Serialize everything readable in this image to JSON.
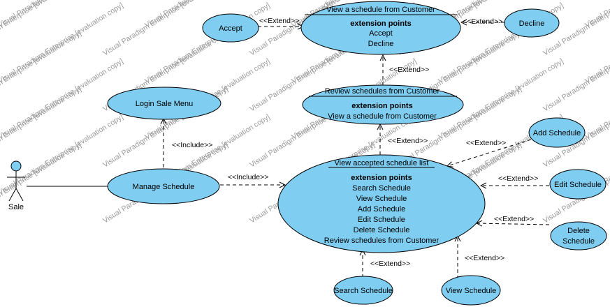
{
  "watermark": "Visual Paradigm Enterprise [evaluation copy]",
  "colors": {
    "usecase_fill": "#7fcdf0",
    "stroke": "#000000",
    "watermark": "#9a9a9a"
  },
  "actor": {
    "name": "Sale"
  },
  "use_cases": {
    "view_from_customer": {
      "title": "View a schedule from Customer",
      "section": "extension points",
      "points": [
        "Accept",
        "Decline"
      ]
    },
    "review_schedules": {
      "title": "Review schedules from Customer",
      "section": "extension points",
      "points": [
        "View a schedule from Customer"
      ]
    },
    "view_accepted": {
      "title": "View accepted schedule list",
      "section": "extension points",
      "points": [
        "Search Schedule",
        "View Schedule",
        "Add Schedule",
        "Edit Schedule",
        "Delete Schedule",
        "Review schedules from Customer"
      ]
    },
    "accept": {
      "label": "Accept"
    },
    "decline": {
      "label": "Decline"
    },
    "login_sale_menu": {
      "label": "Login Sale Menu"
    },
    "manage_schedule": {
      "label": "Manage Schedule"
    },
    "add_schedule": {
      "label": "Add Schedule"
    },
    "edit_schedule": {
      "label": "Edit Schedule"
    },
    "delete_schedule": {
      "line1": "Delete",
      "line2": "Schedule"
    },
    "search_schedule": {
      "label": "Search Schedule"
    },
    "view_schedule": {
      "label": "View Schedule"
    }
  },
  "relations": {
    "extend": "<<Extend>>",
    "include": "<<Include>>"
  }
}
